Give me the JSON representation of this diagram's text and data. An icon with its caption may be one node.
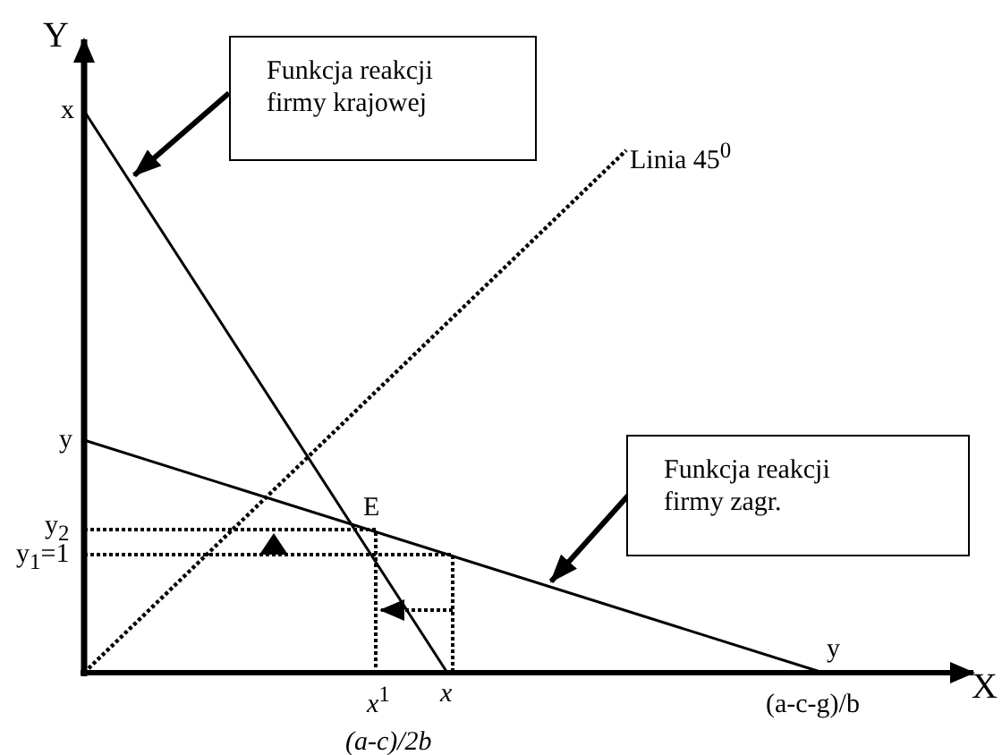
{
  "diagram": {
    "nodes": [
      {
        "text": [
          "Funkcja reakcji firmy krajowej"
        ]
      },
      {
        "text": [
          "Funkcja reakcji firmy zagr."
        ]
      }
    ],
    "edges": [
      {
        "from": 0,
        "to": null,
        "arrow": "to"
      },
      {
        "from": 1,
        "to": null,
        "arrow": "to"
      }
    ],
    "labels": [
      "Y",
      "x",
      "Linia 45$^{0}$",
      "y",
      "E",
      "y$_{2}$",
      "y$_{1}$=1",
      "X",
      "y",
      "*x*$^{1}$",
      "*x*",
      "(a-c-g)/b",
      "*(a-c)/2b*"
    ]
  }
}
